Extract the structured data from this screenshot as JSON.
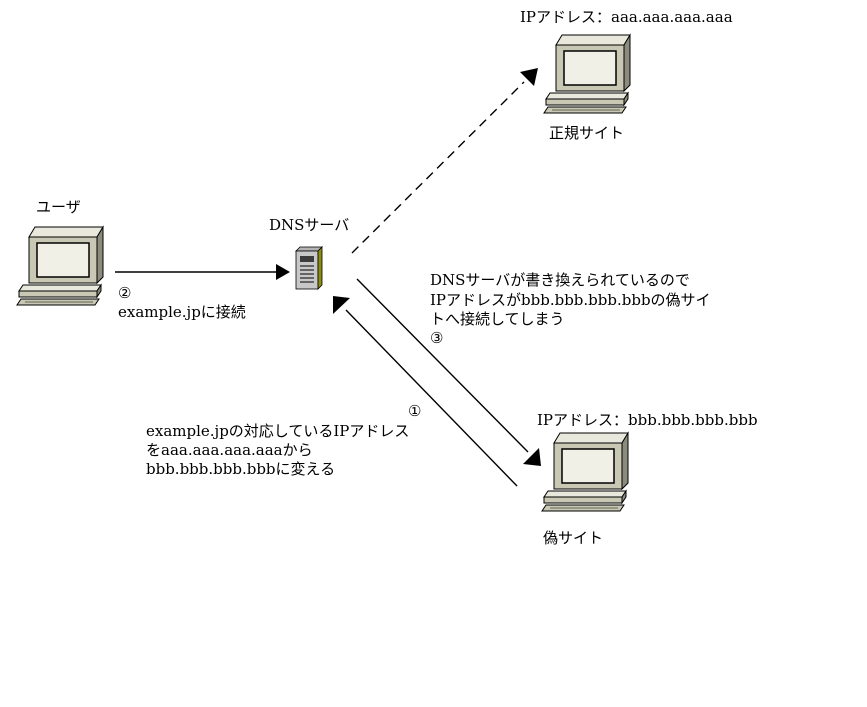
{
  "labels": {
    "user": "ユーザ",
    "dns_server": "DNSサーバ",
    "legit_site": "正規サイト",
    "legit_ip": "IPアドレス：aaa.aaa.aaa.aaa",
    "fake_site": "偽サイト",
    "fake_ip": "IPアドレス：bbb.bbb.bbb.bbb"
  },
  "steps": {
    "step1": {
      "marker": "①",
      "lines": [
        "example.jpの対応しているIPアドレス",
        "をaaa.aaa.aaa.aaaから",
        "bbb.bbb.bbb.bbbに変える"
      ]
    },
    "step2": {
      "marker": "②",
      "lines": [
        "example.jpに接続"
      ]
    },
    "step3": {
      "marker": "③",
      "lines": [
        "DNSサーバが書き換えられているので",
        "IPアドレスがbbb.bbb.bbb.bbbの偽サイ",
        "トへ接続してしまう"
      ]
    }
  },
  "colors": {
    "computer_body": "#c8c8b4",
    "computer_screen": "#f0f0e6",
    "server_accent": "#8c8c10",
    "line": "#000000"
  }
}
